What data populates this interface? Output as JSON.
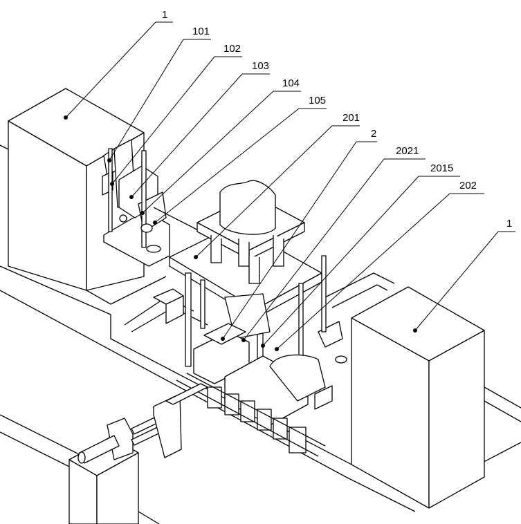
{
  "figure": {
    "labels": [
      {
        "id": "1",
        "text": "1"
      },
      {
        "id": "101",
        "text": "101"
      },
      {
        "id": "102",
        "text": "102"
      },
      {
        "id": "103",
        "text": "103"
      },
      {
        "id": "104",
        "text": "104"
      },
      {
        "id": "105",
        "text": "105"
      },
      {
        "id": "201",
        "text": "201"
      },
      {
        "id": "2",
        "text": "2"
      },
      {
        "id": "2021",
        "text": "2021"
      },
      {
        "id": "2015",
        "text": "2015"
      },
      {
        "id": "202",
        "text": "202"
      },
      {
        "id": "1b",
        "text": "1"
      }
    ]
  }
}
